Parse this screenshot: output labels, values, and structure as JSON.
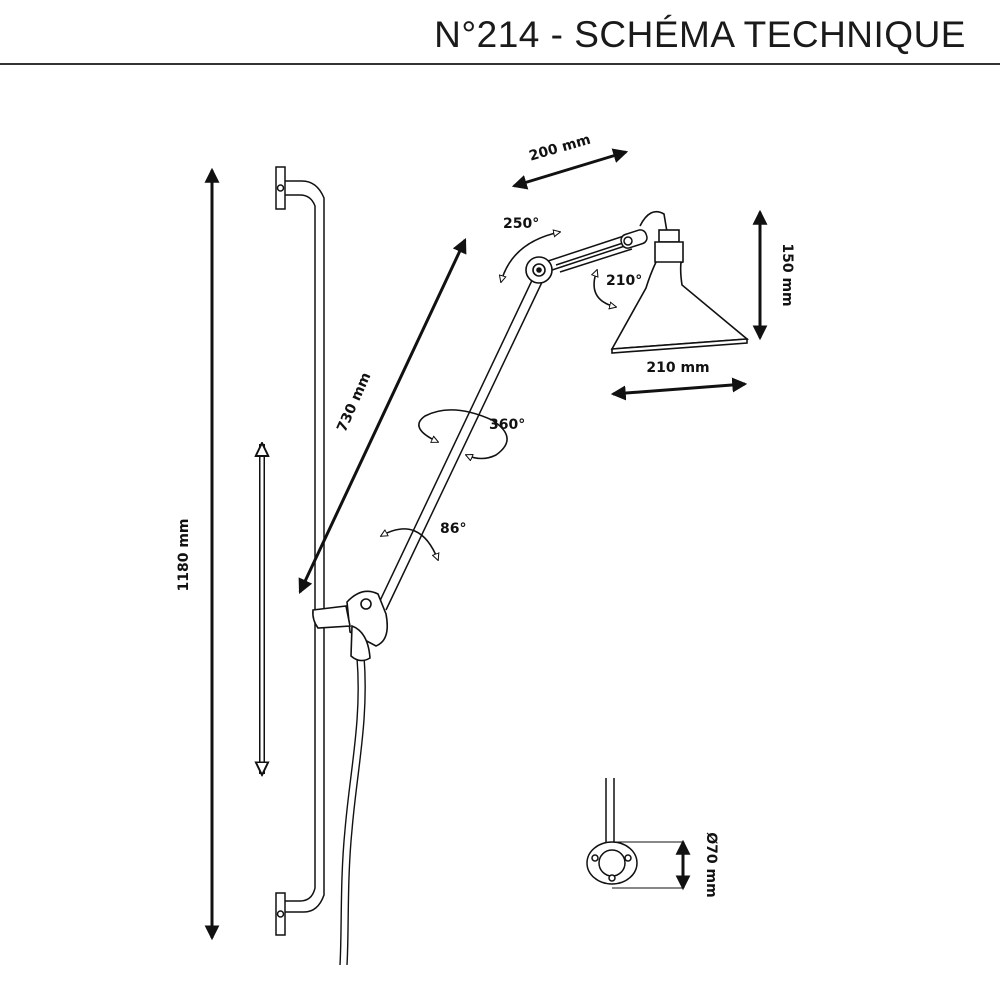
{
  "header": {
    "title": "N°214 - SCHÉMA TECHNIQUE"
  },
  "dimensions": {
    "total_height": "1180 mm",
    "arm_length": "730 mm",
    "arm_reach": "200 mm",
    "shade_height": "150 mm",
    "shade_width": "210 mm",
    "base_diameter": "Ø70 mm"
  },
  "angles": {
    "elbow": "250°",
    "head": "210°",
    "swivel": "360°",
    "tilt": "86°"
  }
}
